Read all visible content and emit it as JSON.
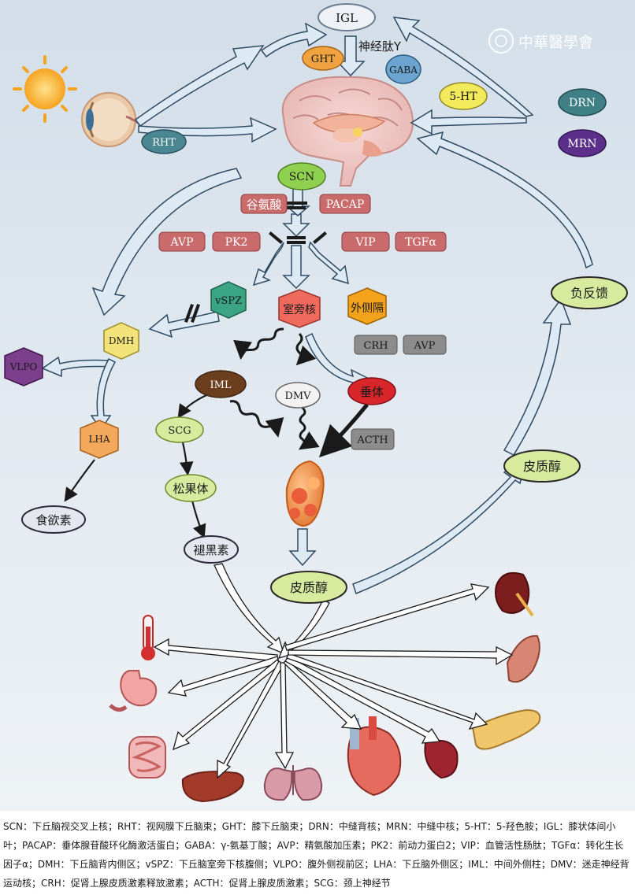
{
  "watermark": "中華醫學會",
  "nodes": {
    "igl": "IGL",
    "npy": "神经肽Y",
    "ght": "GHT",
    "gaba": "GABA",
    "ht5": "5-HT",
    "drn": "DRN",
    "mrn": "MRN",
    "rht": "RHT",
    "scn": "SCN",
    "glutamate": "谷氨酸",
    "pacap": "PACAP",
    "avp": "AVP",
    "pk2": "PK2",
    "vip": "VIP",
    "tgf": "TGFα",
    "vspz": "vSPZ",
    "pvn": "室旁核",
    "lateral_septum": "外侧隔",
    "dmh": "DMH",
    "vlpo": "VLPO",
    "crh": "CRH",
    "avp2": "AVP",
    "iml": "IML",
    "dmv": "DMV",
    "pituitary": "垂体",
    "acth": "ACTH",
    "lha": "LHA",
    "scg": "SCG",
    "pineal": "松果体",
    "appetite": "食欲素",
    "melatonin": "褪黑素",
    "cortisol": "皮质醇",
    "cortisol2": "皮质醇",
    "negative_feedback": "负反馈"
  },
  "colors": {
    "background_top": "#d9e3ee",
    "background_bottom": "#edf1f5",
    "arrow_fill": "#dde9f3",
    "arrow_stroke": "#2e4a63",
    "red_box": "#c96b6b",
    "gray_box": "#8c8c8c",
    "scn": "#8fd14f",
    "lha": "#f4a85c",
    "dmh": "#f2e27a",
    "vspz": "#3aa483",
    "vlpo": "#7b3f8c",
    "iml": "#6b3e1e",
    "pituitary": "#d9262a",
    "green_ellipse": "#d7ea9e",
    "purple_ellipse": "#5c2f8a",
    "teal_ellipse": "#3f7f86"
  },
  "legend": "SCN：下丘脑视交叉上核；RHT：视网膜下丘脑束；GHT：膝下丘脑束；DRN：中缝背核；MRN：中缝中核；5-HT：5-羟色胺；IGL：膝状体间小叶；PACAP：垂体腺苷酸环化酶激活蛋白；GABA：γ-氨基丁酸；AVP：精氨酸加压素；PK2：前动力蛋白2；VIP：血管活性肠肽；TGFα：转化生长因子α；DMH：下丘脑背内侧区；vSPZ：下丘脑室旁下核腹侧；VLPO：腹外侧视前区；LHA：下丘脑外侧区；IML：中间外侧柱；DMV：迷走神经背运动核；CRH：促肾上腺皮质激素释放激素；ACTH：促肾上腺皮质激素；SCG：颈上神经节"
}
